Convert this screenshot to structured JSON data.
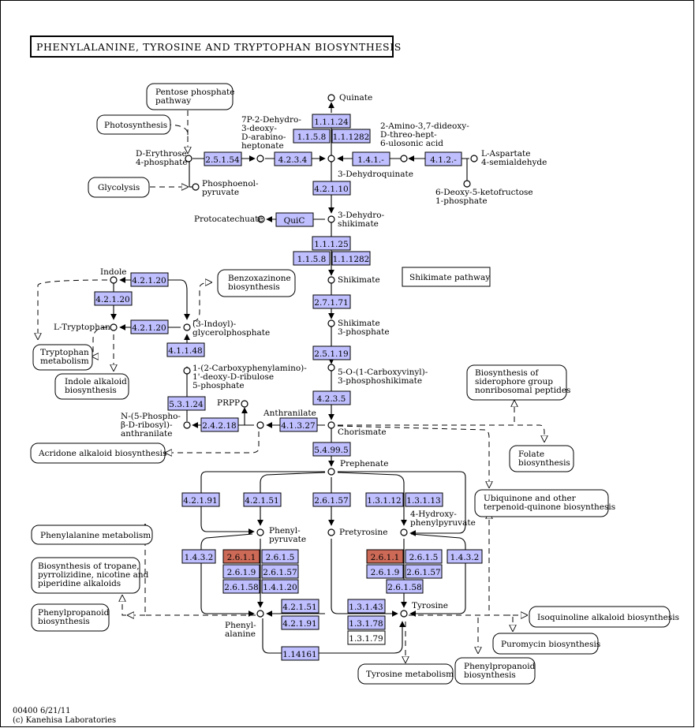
{
  "title": "PHENYLALANINE, TYROSINE AND TRYPTOPHAN BIOSYNTHESIS",
  "footer": [
    "00400 6/21/11",
    "(c) Kanehisa Laboratories"
  ],
  "colors": {
    "enzyme": "#bfbfff",
    "highlight": "#cd6a57",
    "plain": "#ffffff"
  },
  "enzymes": {
    "e_11124": "1.1.1.24",
    "e_1158a": "1.1.5.8",
    "e_11282a": "1.1.1282",
    "e_25154": "2.5.1.54",
    "e_4234": "4.2.3.4",
    "e_141": "1.4.1.-",
    "e_412": "4.1.2.-",
    "e_42110": "4.2.1.10",
    "e_quic": "QuiC",
    "e_11125": "1.1.1.25",
    "e_1158b": "1.1.5.8",
    "e_11282b": "1.1.1282",
    "e_42120a": "4.2.1.20",
    "e_42120b": "4.2.1.20",
    "e_42120c": "4.2.1.20",
    "e_27171": "2.7.1.71",
    "e_25119": "2.5.1.19",
    "e_41148": "4.1.1.48",
    "e_53124": "5.3.1.24",
    "e_24218": "2.4.2.18",
    "e_41327": "4.1.3.27",
    "e_4235": "4.2.3.5",
    "e_54995": "5.4.99.5",
    "e_42191a": "4.2.1.91",
    "e_42151a": "4.2.1.51",
    "e_26157": "2.6.1.57",
    "e_13112": "1.3.1.12",
    "e_13113": "1.3.1.13",
    "e_1432a": "1.4.3.2",
    "e_2611a": "2.6.1.1",
    "e_2615a": "2.6.1.5",
    "e_2619a": "2.6.1.9",
    "e_26157a": "2.6.1.57",
    "e_26158a": "2.6.1.58",
    "e_14120": "1.4.1.20",
    "e_2611b": "2.6.1.1",
    "e_2615b": "2.6.1.5",
    "e_1432b": "1.4.3.2",
    "e_2619b": "2.6.1.9",
    "e_26157b": "2.6.1.57",
    "e_26158b": "2.6.1.58",
    "e_42151b": "4.2.1.51",
    "e_42191b": "4.2.1.91",
    "e_13143": "1.3.1.43",
    "e_13178": "1.3.1.78",
    "e_13179": "1.3.1.79",
    "e_114161": "1.14161"
  },
  "compounds": {
    "quinate": "Quinate",
    "dahp": [
      "7P-2-Dehydro-",
      "3-deoxy-",
      "D-arabino-",
      "heptonate"
    ],
    "amino_dideoxy": [
      "2-Amino-3,7-dideoxy-",
      "D-threo-hept-",
      "6-ulosonic acid"
    ],
    "erythrose": [
      "D-Erythrose",
      "4-phosphate"
    ],
    "pep": [
      "Phosphoenol-",
      "pyruvate"
    ],
    "aspartate": [
      "L-Aspartate",
      "4-semialdehyde"
    ],
    "dehydroquinate": "3-Dehydroquinate",
    "deoxyketofructose": [
      "6-Deoxy-5-ketofructose",
      "1-phosphate"
    ],
    "protocatechuate": "Protocatechuate",
    "dehydroshikimate": [
      "3-Dehydro-",
      "shikimate"
    ],
    "indole": "Indole",
    "shikimate": "Shikimate",
    "tryptophan": "L-Tryptophan",
    "indolylgp": [
      "(3-Indoyl)-",
      "glycerolphosphate"
    ],
    "shikimate3p": [
      "Shikimate",
      "3-phosphate"
    ],
    "cdrp": [
      "1-(2-Carboxyphenylamino)-",
      "1'-deoxy-D-ribulose",
      "5-phosphate"
    ],
    "epsp": [
      "5-O-(1-Carboxyvinyl)-",
      "3-phosphoshikimate"
    ],
    "prpp": "PRPP",
    "anthranilate": "Anthranilate",
    "pra": [
      "N-(5-Phospho-",
      "β-D-ribosyl)-",
      "anthranilate"
    ],
    "chorismate": "Chorismate",
    "prephenate": "Prephenate",
    "phenylpyruvate": [
      "Phenyl-",
      "pyruvate"
    ],
    "pretyrosine": "Pretyrosine",
    "hpp": [
      "4-Hydroxy-",
      "phenylpyruvate"
    ],
    "phenylalanine": [
      "Phenyl-",
      "alanine"
    ],
    "tyrosine": "Tyrosine"
  },
  "pathways": {
    "pentose": [
      "Pentose phosphate",
      "pathway"
    ],
    "photosynthesis": "Photosynthesis",
    "glycolysis": "Glycolysis",
    "benzoxazinone": [
      "Benzoxazinone",
      "biosynthesis"
    ],
    "shikimate_pw": "Shikimate pathway",
    "trp_metab": [
      "Tryptophan",
      "metabolism"
    ],
    "indole_alk": [
      "Indole alkaloid",
      "biosynthesis"
    ],
    "siderophore": [
      "Biosynthesis of",
      "siderophore group",
      "nonribosomal peptides"
    ],
    "acridone": "Acridone alkaloid biosynthesis",
    "folate": [
      "Folate",
      "biosynthesis"
    ],
    "ubiquinone": [
      "Ubiquinone and other",
      "terpenoid-quinone biosynthesis"
    ],
    "phe_metab": "Phenylalanine metabolism",
    "tropane": [
      "Biosynthesis of tropane,",
      "pyrrolizidine, nicotine and",
      "piperidine alkaloids"
    ],
    "phenylpropanoid_l": [
      "Phenylpropanoid",
      "biosynthesis"
    ],
    "isoquinoline": "Isoquinoline alkaloid biosynthesis",
    "puromycin": "Puromycin biosynthesis",
    "tyr_metab": "Tyrosine metabolism",
    "phenylpropanoid_r": [
      "Phenylpropanoid",
      "biosynthesis"
    ]
  }
}
